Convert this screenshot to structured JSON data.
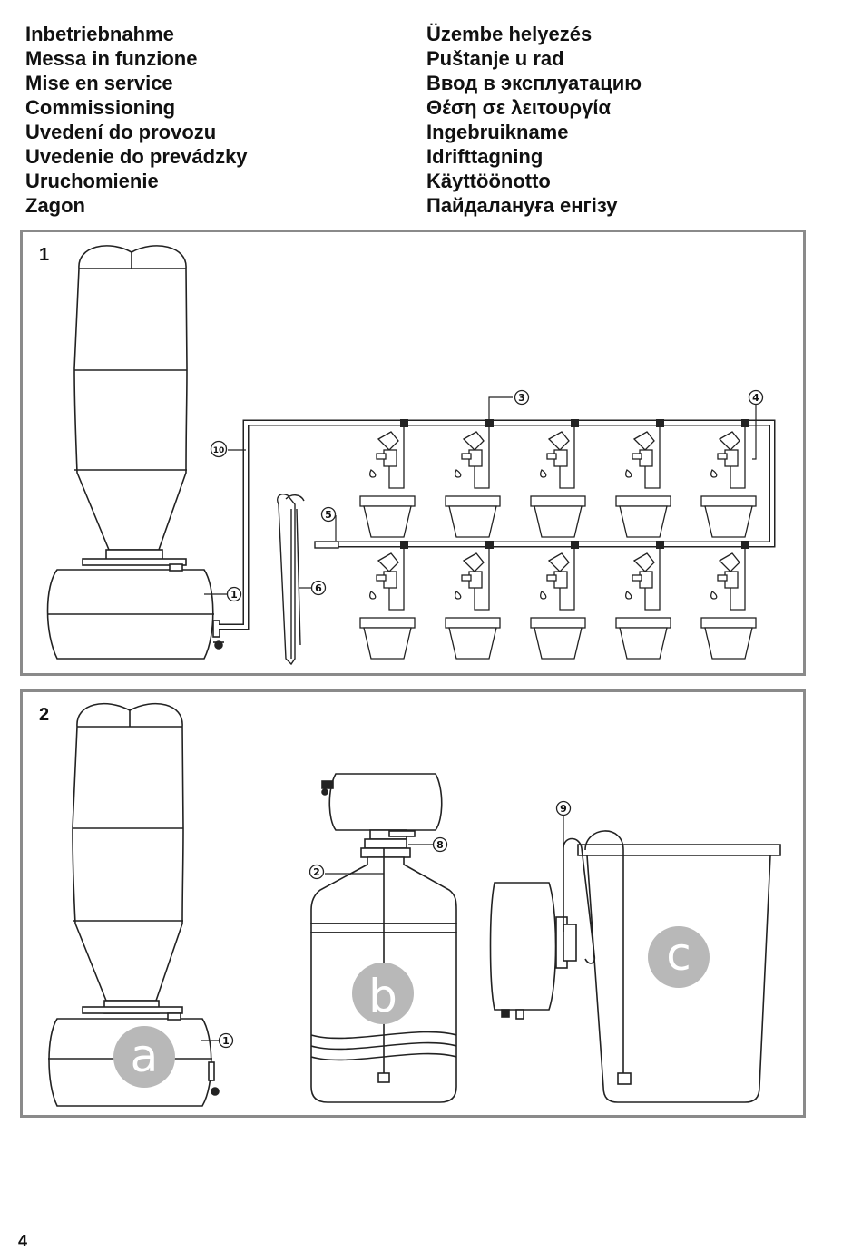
{
  "titles_left": [
    "Inbetriebnahme",
    "Messa in funzione",
    "Mise en service",
    "Commissioning",
    "Uvedení do provozu",
    "Uvedenie do prevádzky",
    "Uruchomienie",
    "Zagon"
  ],
  "titles_right": [
    "Üzembe helyezés",
    "Puštanje u rad",
    "Ввод в эксплуатацию",
    "Θέση σε λειτουργία",
    "Ingebruikname",
    "Idrifttagning",
    "Käyttöönotto",
    "Пайдалануға енгізу"
  ],
  "panel_1": {
    "number": "1",
    "callouts": [
      "1",
      "3",
      "4",
      "5",
      "6",
      "10"
    ]
  },
  "panel_2": {
    "number": "2",
    "callouts": [
      "1",
      "2",
      "8",
      "9"
    ],
    "variants": [
      "a",
      "b",
      "c"
    ]
  },
  "page_number": "4"
}
